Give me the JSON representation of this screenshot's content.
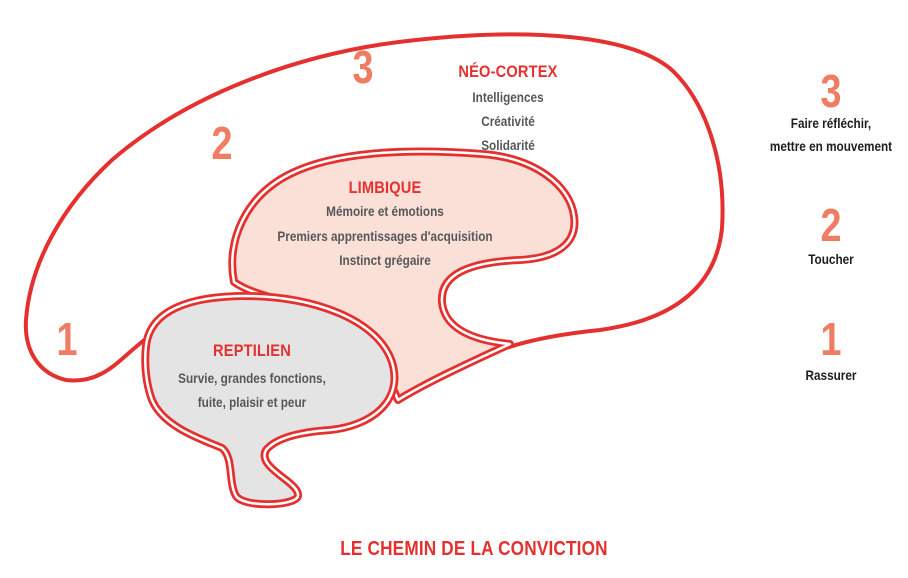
{
  "colors": {
    "red": "#e4312f",
    "salmon": "#ef7d63",
    "text_gray": "#55585a",
    "dark": "#1e1e1e",
    "limbic_fill": "#fbe0d7",
    "reptilian_fill": "#e4e4e4"
  },
  "neocortex": {
    "title": "NÉO-CORTEX",
    "lines": [
      "Intelligences",
      "Créativité",
      "Solidarité"
    ]
  },
  "limbic": {
    "title": "LIMBIQUE",
    "lines": [
      "Mémoire et émotions",
      "Premiers apprentissages d'acquisition",
      "Instinct grégaire"
    ]
  },
  "reptilian": {
    "title": "REPTILIEN",
    "lines": [
      "Survie, grandes fonctions,",
      "fuite, plaisir et peur"
    ]
  },
  "brain_numbers": {
    "one": "1",
    "two": "2",
    "three": "3"
  },
  "steps": [
    {
      "number": "3",
      "lines": [
        "Faire réfléchir,",
        "mettre en mouvement"
      ]
    },
    {
      "number": "2",
      "lines": [
        "Toucher"
      ]
    },
    {
      "number": "1",
      "lines": [
        "Rassurer"
      ]
    }
  ],
  "caption": "LE CHEMIN DE LA CONVICTION"
}
